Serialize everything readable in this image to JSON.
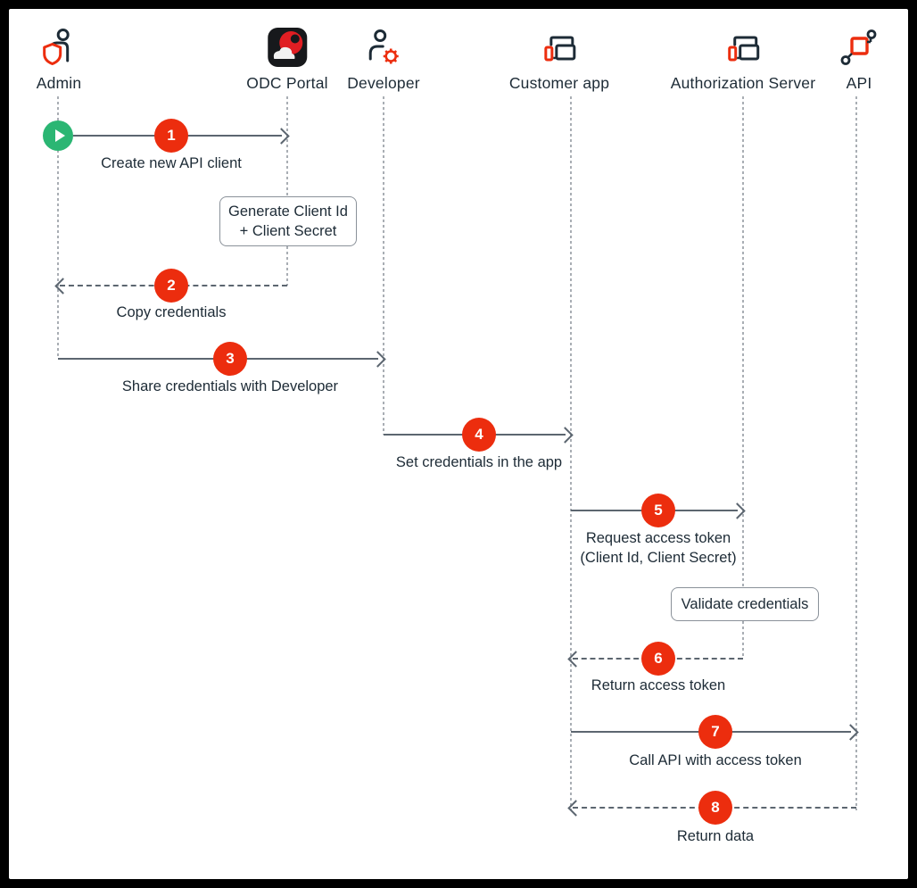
{
  "actors": [
    {
      "name": "Admin",
      "icon": "admin-shield-icon"
    },
    {
      "name": "ODC Portal",
      "icon": "odc-portal-icon"
    },
    {
      "name": "Developer",
      "icon": "developer-gear-icon"
    },
    {
      "name": "Customer app",
      "icon": "devices-icon"
    },
    {
      "name": "Authorization Server",
      "icon": "devices-icon"
    },
    {
      "name": "API",
      "icon": "api-node-icon"
    }
  ],
  "steps": [
    {
      "number": "1",
      "label": "Create new API client",
      "from": "Admin",
      "to": "ODC Portal",
      "style": "solid"
    },
    {
      "number": "2",
      "label": "Copy credentials",
      "from": "ODC Portal",
      "to": "Admin",
      "style": "dashed"
    },
    {
      "number": "3",
      "label": "Share credentials with Developer",
      "from": "Admin",
      "to": "Developer",
      "style": "solid"
    },
    {
      "number": "4",
      "label": "Set credentials in the app",
      "from": "Developer",
      "to": "Customer app",
      "style": "solid"
    },
    {
      "number": "5",
      "label": "Request access token",
      "label2": "(Client Id, Client Secret)",
      "from": "Customer app",
      "to": "Authorization Server",
      "style": "solid"
    },
    {
      "number": "6",
      "label": "Return access token",
      "from": "Authorization Server",
      "to": "Customer app",
      "style": "dashed"
    },
    {
      "number": "7",
      "label": "Call API with access token",
      "from": "Customer app",
      "to": "API",
      "style": "solid"
    },
    {
      "number": "8",
      "label": "Return data",
      "from": "API",
      "to": "Customer app",
      "style": "dashed"
    }
  ],
  "notes": [
    {
      "line1": "Generate Client Id",
      "line2": "+ Client Secret",
      "on": "ODC Portal"
    },
    {
      "line1": "Validate credentials",
      "line2": "",
      "on": "Authorization Server"
    }
  ],
  "colors": {
    "accent_red": "#ec2d0e",
    "start_green": "#2bb673",
    "text_dark": "#1d2b36",
    "arrow_gray": "#5c6670",
    "lifeline_gray": "#a9aeb4"
  }
}
